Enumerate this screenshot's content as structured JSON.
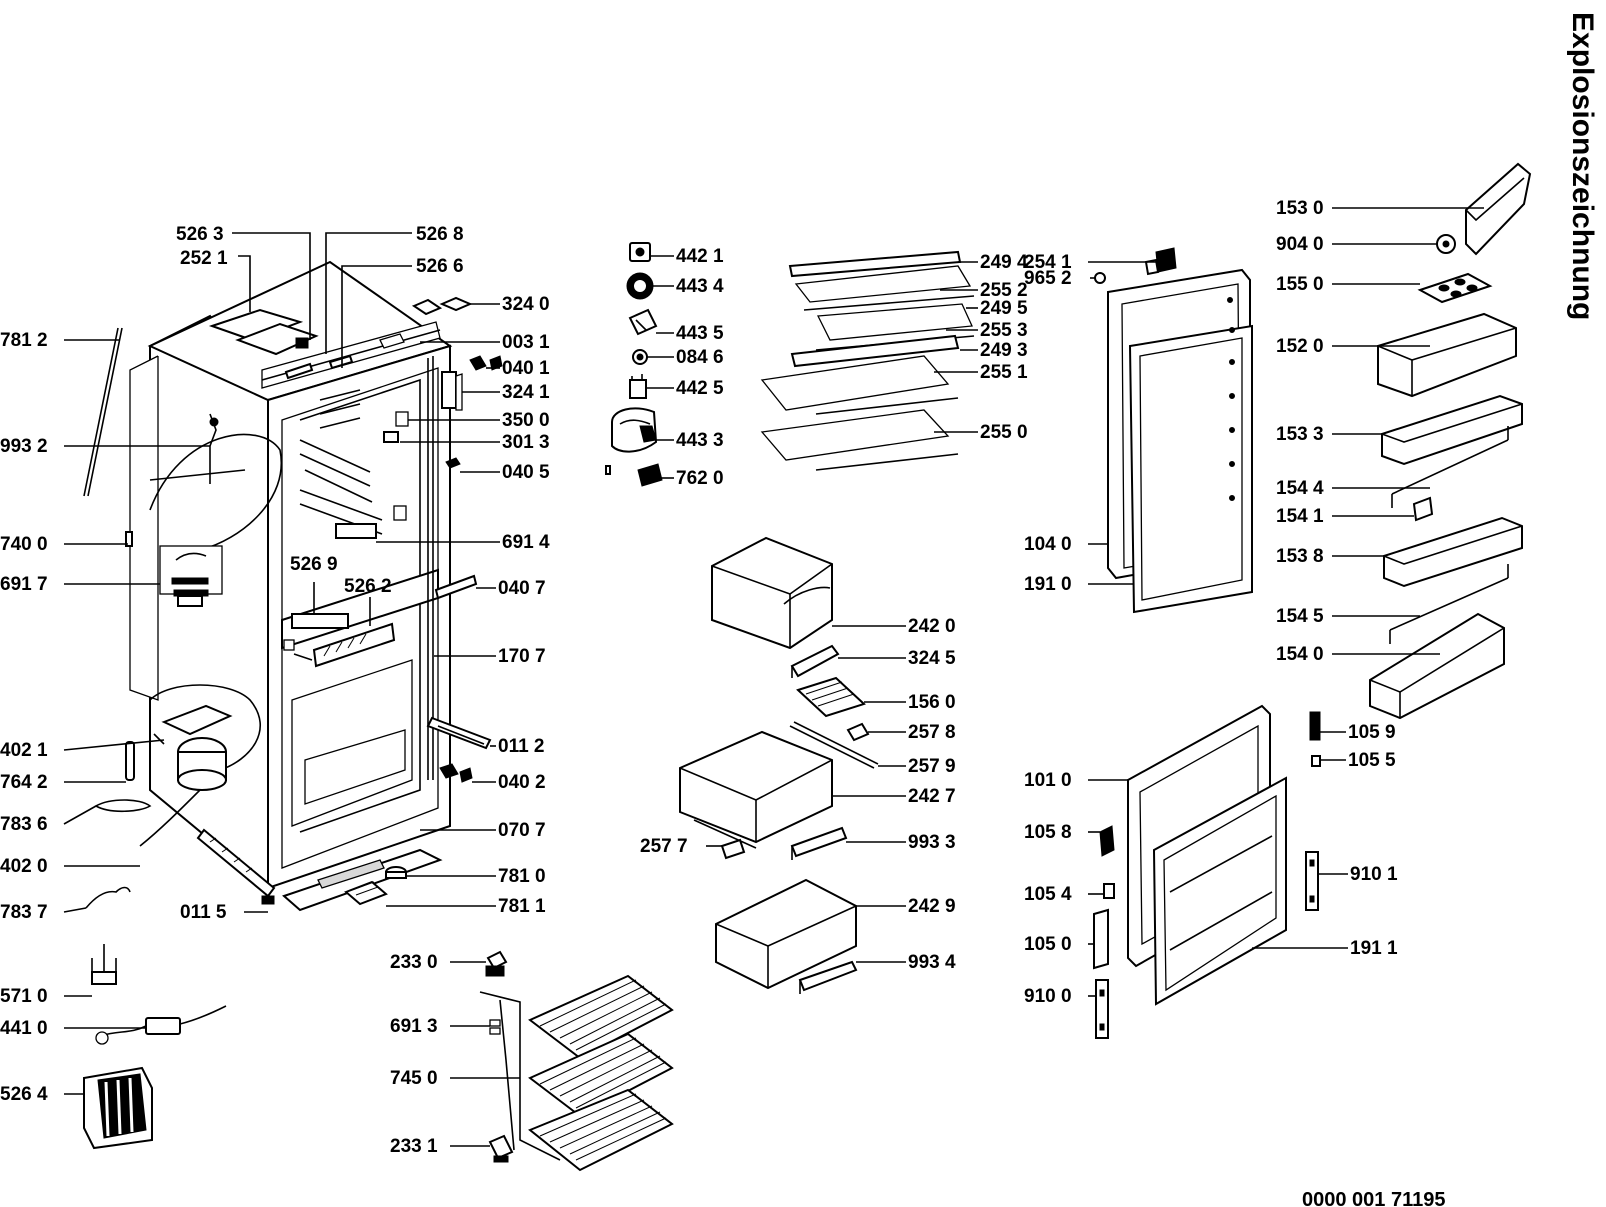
{
  "title": "Explosionszeichnung",
  "document_number": "0000 001  71195",
  "labels": {
    "l5263": "526 3",
    "l5268": "526 8",
    "l5266": "526 6",
    "l2521": "252 1",
    "l7812": "781 2",
    "l9932": "993 2",
    "l7400": "740 0",
    "l6917": "691 7",
    "l4021": "402 1",
    "l7642": "764 2",
    "l7836": "783 6",
    "l4020": "402 0",
    "l7837": "783 7",
    "l5710": "571 0",
    "l4410": "441 0",
    "l5264": "526 4",
    "l5269": "526 9",
    "l5262": "526 2",
    "l0115": "011 5",
    "l3240": "324 0",
    "l0031": "003 1",
    "l0401": "040 1",
    "l3241": "324 1",
    "l3500": "350 0",
    "l3013": "301 3",
    "l0405": "040 5",
    "l6914": "691 4",
    "l0407": "040 7",
    "l1707": "170 7",
    "l0112": "011 2",
    "l0402": "040 2",
    "l0707": "070 7",
    "l7810": "781 0",
    "l7811": "781 1",
    "l2330": "233 0",
    "l6913": "691 3",
    "l7450": "745 0",
    "l2331": "233 1",
    "l4421": "442 1",
    "l4434": "443 4",
    "l4435": "443 5",
    "l0846": "084 6",
    "l4425": "442 5",
    "l4433": "443 3",
    "l7620": "762 0",
    "l2494": "249 4",
    "l2552": "255 2",
    "l2495": "249 5",
    "l2553": "255 3",
    "l2493": "249 3",
    "l2551": "255 1",
    "l2550": "255 0",
    "l2420": "242 0",
    "l3245": "324 5",
    "l1560": "156 0",
    "l2578": "257 8",
    "l2579": "257 9",
    "l2427": "242 7",
    "l2577": "257 7",
    "l9933": "993 3",
    "l2429": "242 9",
    "l9934": "993 4",
    "l2541": "254 1",
    "l9652": "965 2",
    "l1040": "104 0",
    "l1910": "191 0",
    "l1010": "101 0",
    "l1058": "105 8",
    "l1054": "105 4",
    "l1050": "105 0",
    "l9100": "910 0",
    "l1530": "153 0",
    "l9040": "904 0",
    "l1550": "155 0",
    "l1520": "152 0",
    "l1533": "153 3",
    "l1544": "154 4",
    "l1541": "154 1",
    "l1538": "153 8",
    "l1545": "154 5",
    "l1540": "154 0",
    "l1059": "105 9",
    "l1055": "105 5",
    "l9101": "910 1",
    "l1911": "191 1"
  }
}
